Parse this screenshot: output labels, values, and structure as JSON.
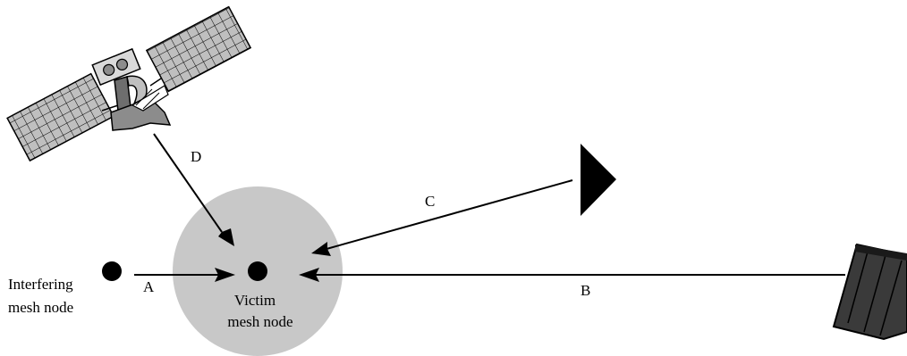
{
  "labels": {
    "a": "A",
    "b": "B",
    "c": "C",
    "d": "D",
    "interferer_line1": "Interfering",
    "interferer_line2": "mesh node",
    "victim_line1": "Victim",
    "victim_line2": "mesh node"
  },
  "colors": {
    "zone": "#c8c8c8",
    "ink": "#000000",
    "panel": "#bfbfbf",
    "device": "#3a3a3a"
  },
  "icons": {
    "satellite": "satellite-icon",
    "radar": "radar-triangle-icon",
    "device": "radio-device-icon"
  }
}
